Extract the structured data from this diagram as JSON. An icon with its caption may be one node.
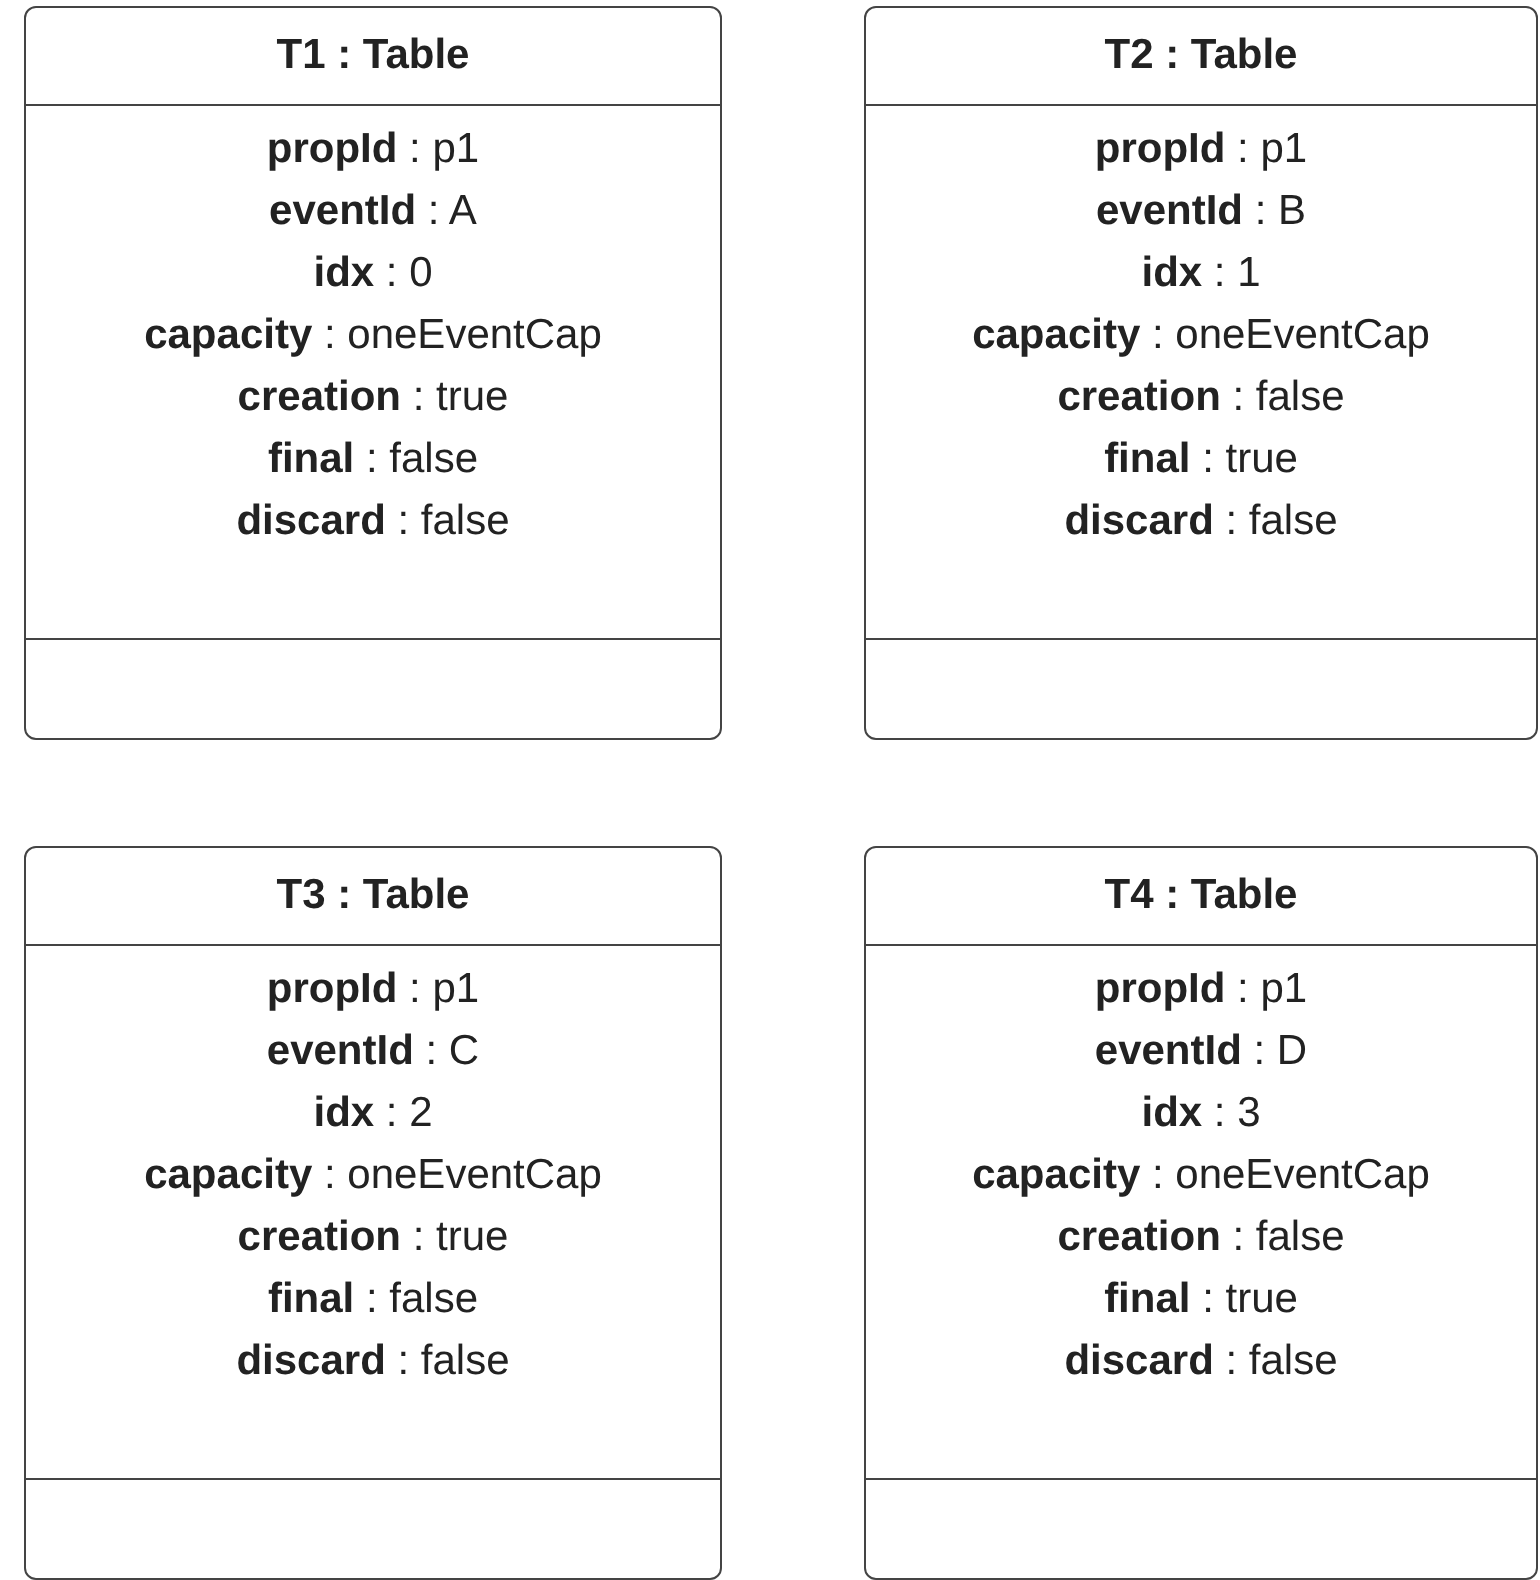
{
  "diagram": {
    "nodes": [
      {
        "text": [
          "T1 : Table",
          "**propId** : p1",
          "**eventId** : A",
          "**idx** : 0",
          "**capacity** : oneEventCap",
          "**creation** : true",
          "**final** : false",
          "**discard** : false"
        ]
      },
      {
        "text": [
          "T2 : Table",
          "**propId** : p1",
          "**eventId** : B",
          "**idx** : 1",
          "**capacity** : oneEventCap",
          "**creation** : false",
          "**final** : true",
          "**discard** : false"
        ]
      },
      {
        "text": [
          "T3 : Table",
          "**propId** : p1",
          "**eventId** : C",
          "**idx** : 2",
          "**capacity** : oneEventCap",
          "**creation** : true",
          "**final** : false",
          "**discard** : false"
        ]
      },
      {
        "text": [
          "T4 : Table",
          "**propId** : p1",
          "**eventId** : D",
          "**idx** : 3",
          "**capacity** : oneEventCap",
          "**creation** : false",
          "**final** : true",
          "**discard** : false"
        ]
      }
    ]
  }
}
